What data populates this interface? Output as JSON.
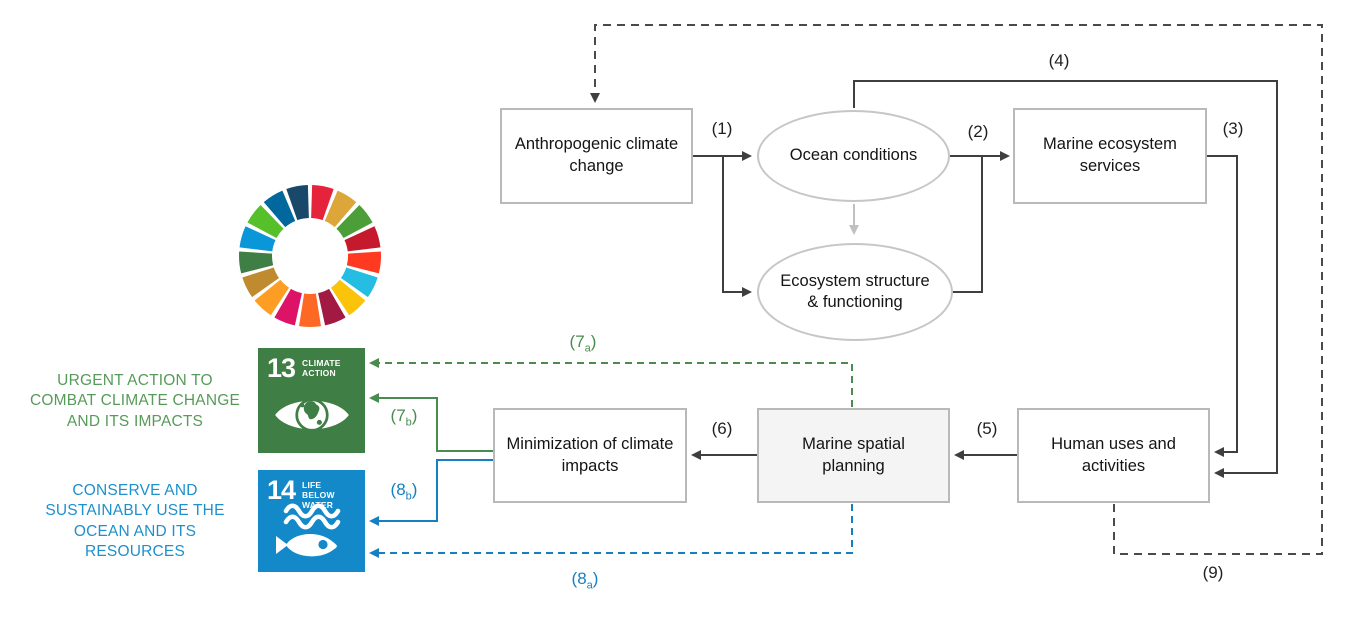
{
  "diagram": {
    "nodes": {
      "anthropogenic": "Anthropogenic climate change",
      "ocean": "Ocean conditions",
      "ecosystem": "Ecosystem structure & functioning",
      "services": "Marine ecosystem services",
      "human_uses": "Human uses and activities",
      "msp": "Marine spatial planning",
      "minimization": "Minimization of climate impacts"
    },
    "edge_labels": {
      "e1": "(1)",
      "e2": "(2)",
      "e3": "(3)",
      "e4": "(4)",
      "e5": "(5)",
      "e6": "(6)",
      "e9": "(9)",
      "e7a": {
        "pre": "(7",
        "sub": "a",
        "post": ")"
      },
      "e7b": {
        "pre": "(7",
        "sub": "b",
        "post": ")"
      },
      "e8a": {
        "pre": "(8",
        "sub": "a",
        "post": ")"
      },
      "e8b": {
        "pre": "(8",
        "sub": "b",
        "post": ")"
      }
    }
  },
  "sdg13": {
    "number": "13",
    "title_line1": "CLIMATE",
    "title_line2": "ACTION",
    "color": "#3F7E44",
    "statement": "URGENT ACTION TO COMBAT CLIMATE CHANGE AND ITS IMPACTS"
  },
  "sdg14": {
    "number": "14",
    "title_line1": "LIFE",
    "title_line2": "BELOW WATER",
    "color": "#1389CA",
    "statement": "CONSERVE AND SUSTAINABLY USE THE OCEAN AND ITS RESOURCES"
  },
  "sdg_wheel": {
    "colors": [
      "#E5243B",
      "#DDA63A",
      "#4C9F38",
      "#C5192D",
      "#FF3A21",
      "#26BDE2",
      "#FCC30B",
      "#A21942",
      "#FD6925",
      "#DD1367",
      "#FD9D24",
      "#BF8B2E",
      "#3F7E44",
      "#0A97D9",
      "#56C02B",
      "#00689D",
      "#19486A"
    ]
  },
  "colors": {
    "green_accent": "#4A8C4F",
    "blue_accent": "#157FC1",
    "line_dark": "#3F3F3F",
    "line_gray": "#C0C0C0",
    "green_text": "#579B58",
    "blue_text": "#1E90CC"
  }
}
